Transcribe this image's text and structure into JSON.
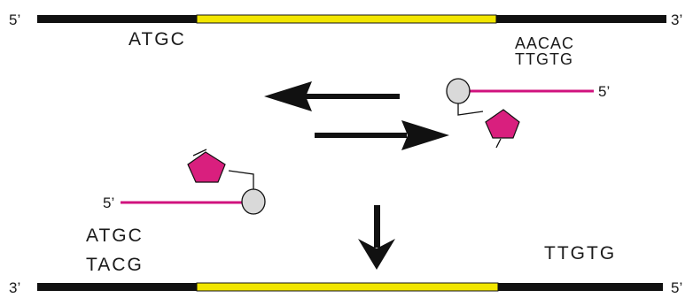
{
  "top_strand": {
    "end_left": "5’",
    "end_right": "3’",
    "seq_left": "ATGC",
    "seq_right_1": "AACAC",
    "seq_right_2": "TTGTG",
    "colors": {
      "strand": "#111111",
      "segment": "#f2e600"
    }
  },
  "probe_right": {
    "end_label": "5’"
  },
  "probe_left": {
    "end_label": "5’"
  },
  "left_pair": {
    "line_1": "ATGC",
    "line_2": "TACG"
  },
  "right_seq": "TTGTG",
  "bottom_strand": {
    "end_left": "3’",
    "end_right": "5’",
    "colors": {
      "strand": "#111111",
      "segment": "#f2e600"
    }
  },
  "colors": {
    "probe_line": "#d0127e",
    "pentagon": "#d91f7e",
    "bead": "#d9d9d9",
    "arrow": "#111111"
  },
  "icons": {
    "equilibrium": [
      "left-arrow-icon",
      "right-arrow-icon"
    ],
    "result": "down-arrow-icon",
    "bead": "bead-icon",
    "sugar": "pentagon-icon"
  }
}
